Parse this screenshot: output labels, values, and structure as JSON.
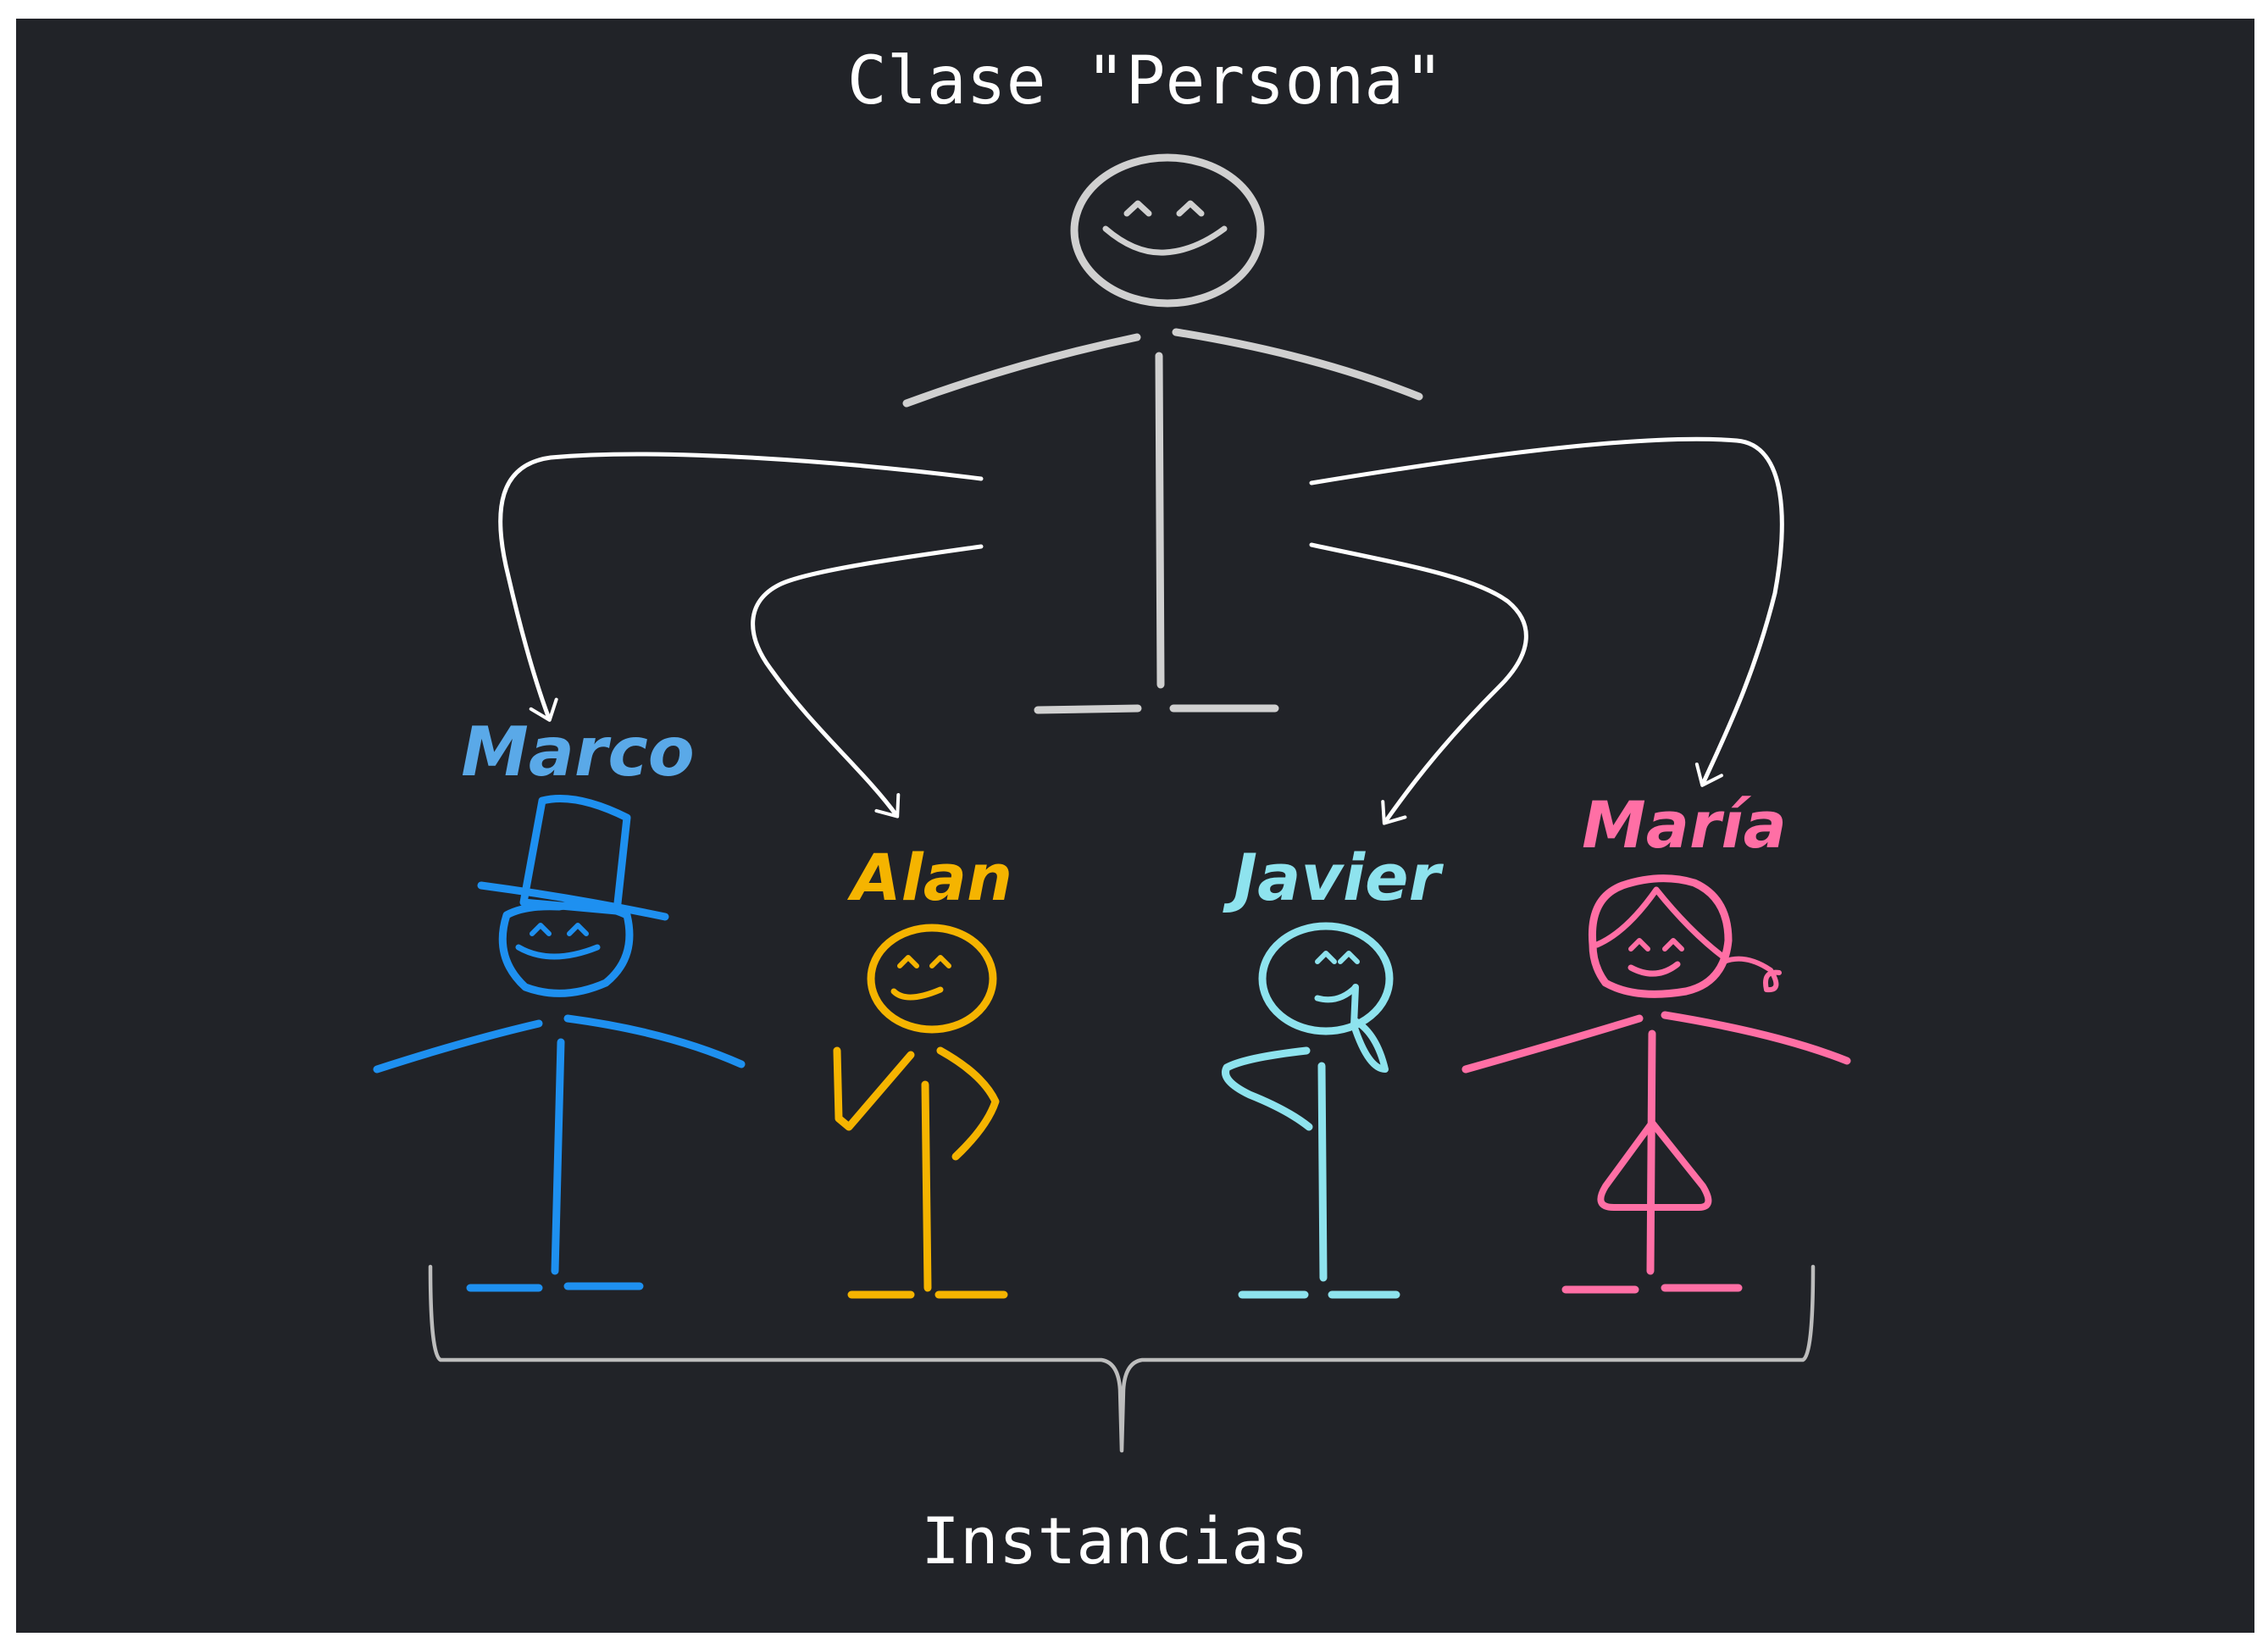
{
  "title": "Clase \"Persona\"",
  "footer_label": "Instancias",
  "colors": {
    "background": "#212328",
    "class_figure": "#d0d0d0",
    "arrows": "#ffffff",
    "brace": "#bdbdbd"
  },
  "instances": [
    {
      "name": "Marco",
      "color": "#1e90f0",
      "label_color": "#5aa9e8"
    },
    {
      "name": "Alan",
      "color": "#f5b400",
      "label_color": "#f5b400"
    },
    {
      "name": "Javier",
      "color": "#8ee3ee",
      "label_color": "#8ee3ee"
    },
    {
      "name": "María",
      "color": "#ff6fa5",
      "label_color": "#ff6fa5"
    }
  ]
}
